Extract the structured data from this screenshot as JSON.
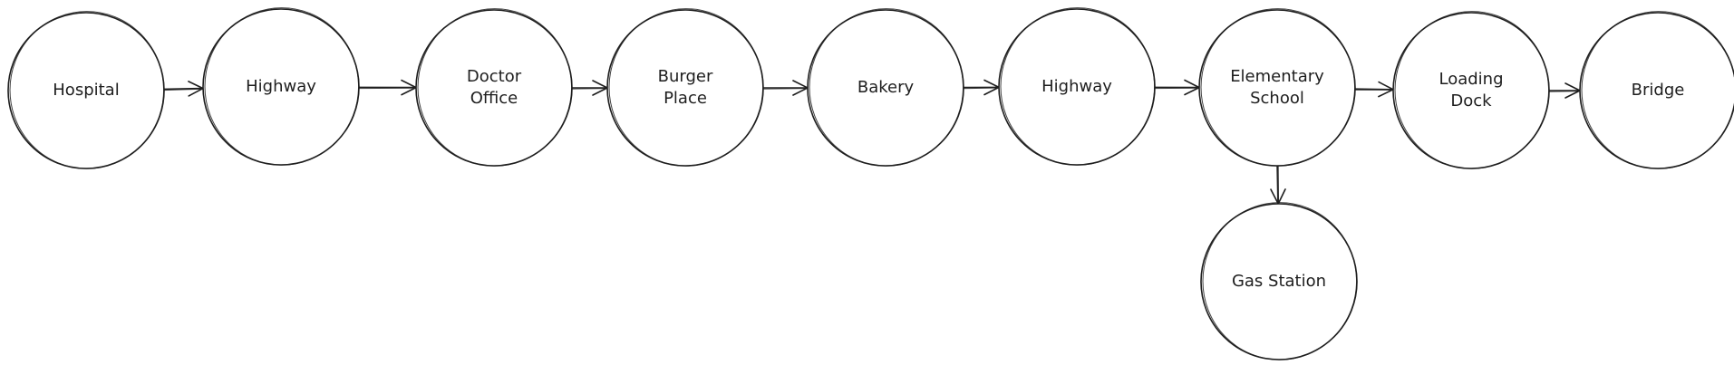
{
  "diagram": {
    "nodes": [
      {
        "id": "hospital",
        "lines": [
          "Hospital"
        ]
      },
      {
        "id": "highway-1",
        "lines": [
          "Highway"
        ]
      },
      {
        "id": "doctor-office",
        "lines": [
          "Doctor",
          "Office"
        ]
      },
      {
        "id": "burger-place",
        "lines": [
          "Burger",
          "Place"
        ]
      },
      {
        "id": "bakery",
        "lines": [
          "Bakery"
        ]
      },
      {
        "id": "highway-2",
        "lines": [
          "Highway"
        ]
      },
      {
        "id": "elementary-school",
        "lines": [
          "Elementary",
          "School"
        ]
      },
      {
        "id": "loading-dock",
        "lines": [
          "Loading",
          "Dock"
        ]
      },
      {
        "id": "bridge",
        "lines": [
          "Bridge"
        ]
      },
      {
        "id": "gas-station",
        "lines": [
          "Gas Station"
        ]
      }
    ],
    "edges": [
      {
        "from": "hospital",
        "to": "highway-1"
      },
      {
        "from": "highway-1",
        "to": "doctor-office"
      },
      {
        "from": "doctor-office",
        "to": "burger-place"
      },
      {
        "from": "burger-place",
        "to": "bakery"
      },
      {
        "from": "bakery",
        "to": "highway-2"
      },
      {
        "from": "highway-2",
        "to": "elementary-school"
      },
      {
        "from": "elementary-school",
        "to": "loading-dock"
      },
      {
        "from": "loading-dock",
        "to": "bridge"
      },
      {
        "from": "elementary-school",
        "to": "gas-station"
      }
    ],
    "colors": {
      "stroke": "#1e1e1e",
      "fill": "#ffffff",
      "background": "#ffffff"
    }
  }
}
